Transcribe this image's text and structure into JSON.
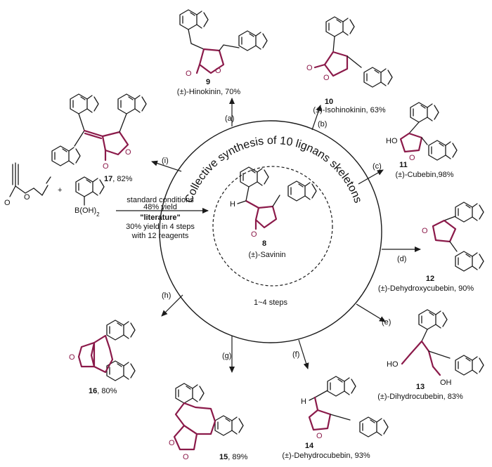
{
  "title": "Collective synthesis of 10 lignans skeletons",
  "center": {
    "number": "8",
    "name": "(±)-Savinin",
    "footer": "1~4 steps"
  },
  "start_conditions": {
    "line1": "standard conditions",
    "line2": "48% yield",
    "line3": "\"literature\"",
    "line4": "30% yield in 4 steps",
    "line5": "with 12  reagents",
    "plus": "+",
    "boronic": "B(OH)",
    "boronic_sub": "2"
  },
  "atoms": {
    "O": "O",
    "H": "H",
    "HO": "HO",
    "OH": "OH"
  },
  "products": [
    {
      "step": "(a)",
      "number": "9",
      "name": "(±)-Hinokinin, 70%"
    },
    {
      "step": "(b)",
      "number": "10",
      "name": "(±)-Isohinokinin, 63%"
    },
    {
      "step": "(c)",
      "number": "11",
      "name": "(±)-Cubebin,98%"
    },
    {
      "step": "(d)",
      "number": "12",
      "name": "(±)-Dehydroxycubebin, 90%"
    },
    {
      "step": "(e)",
      "number": "13",
      "name": "(±)-Dihydrocubebin, 83%"
    },
    {
      "step": "(f)",
      "number": "14",
      "name": "(±)-Dehydrocubebin, 93%"
    },
    {
      "step": "(g)",
      "number": "15",
      "name": ", 89%"
    },
    {
      "step": "(h)",
      "number": "16",
      "name": ", 80%"
    },
    {
      "step": "(i)",
      "number": "17",
      "name": ", 82%"
    }
  ]
}
